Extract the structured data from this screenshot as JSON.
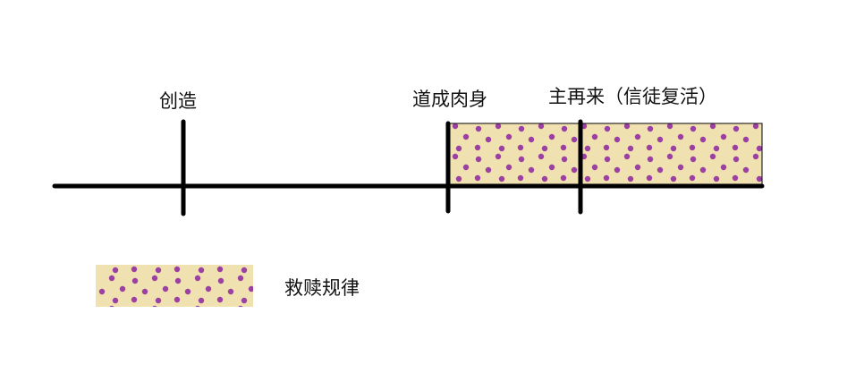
{
  "labels": {
    "creation": "创造",
    "incarnation": "道成肉身",
    "second_coming": "主再来（信徒复活）"
  },
  "legend": {
    "label": "救赎规律"
  },
  "colors": {
    "line": "#000000",
    "fill": "#efe1b0",
    "dots": "#9b3fa3",
    "text": "#111111"
  }
}
